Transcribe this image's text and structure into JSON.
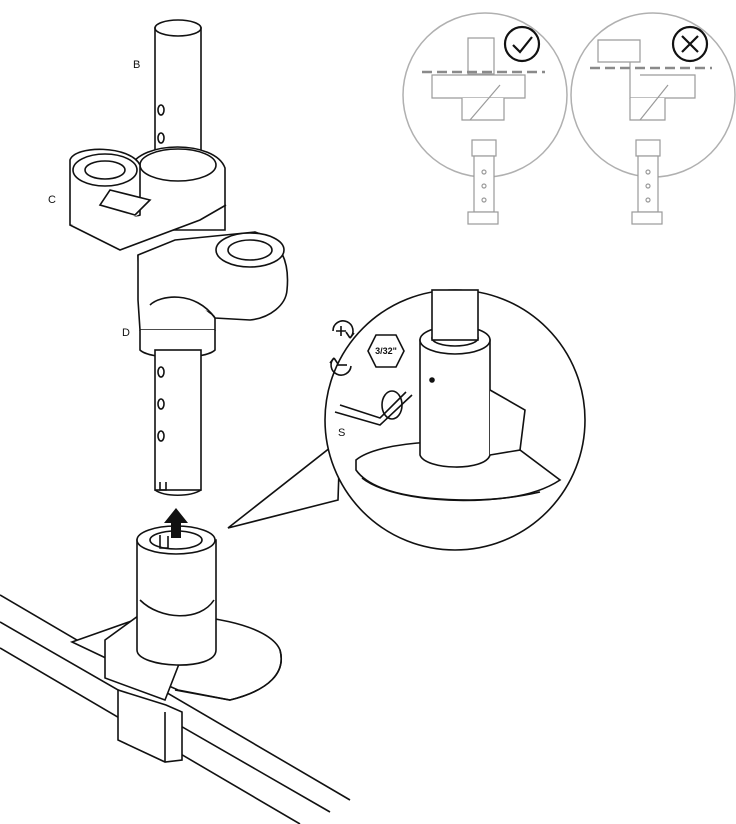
{
  "labels": {
    "b": "B",
    "c": "C",
    "d": "D",
    "s": "S"
  },
  "tool": {
    "hex_key_size": "3/32\"",
    "tighten_symbol": "+",
    "loosen_symbol": "−"
  },
  "icons": {
    "correct": "check-circle-icon",
    "incorrect": "cross-circle-icon",
    "insert_direction": "down-arrow-icon",
    "tighten": "rotate-clockwise-plus-icon",
    "loosen": "rotate-counterclockwise-minus-icon"
  },
  "colors": {
    "line": "#111111",
    "inset_line": "#9a9a9a",
    "guide_dashed": "#8a8a8a",
    "fill": "#ffffff"
  }
}
